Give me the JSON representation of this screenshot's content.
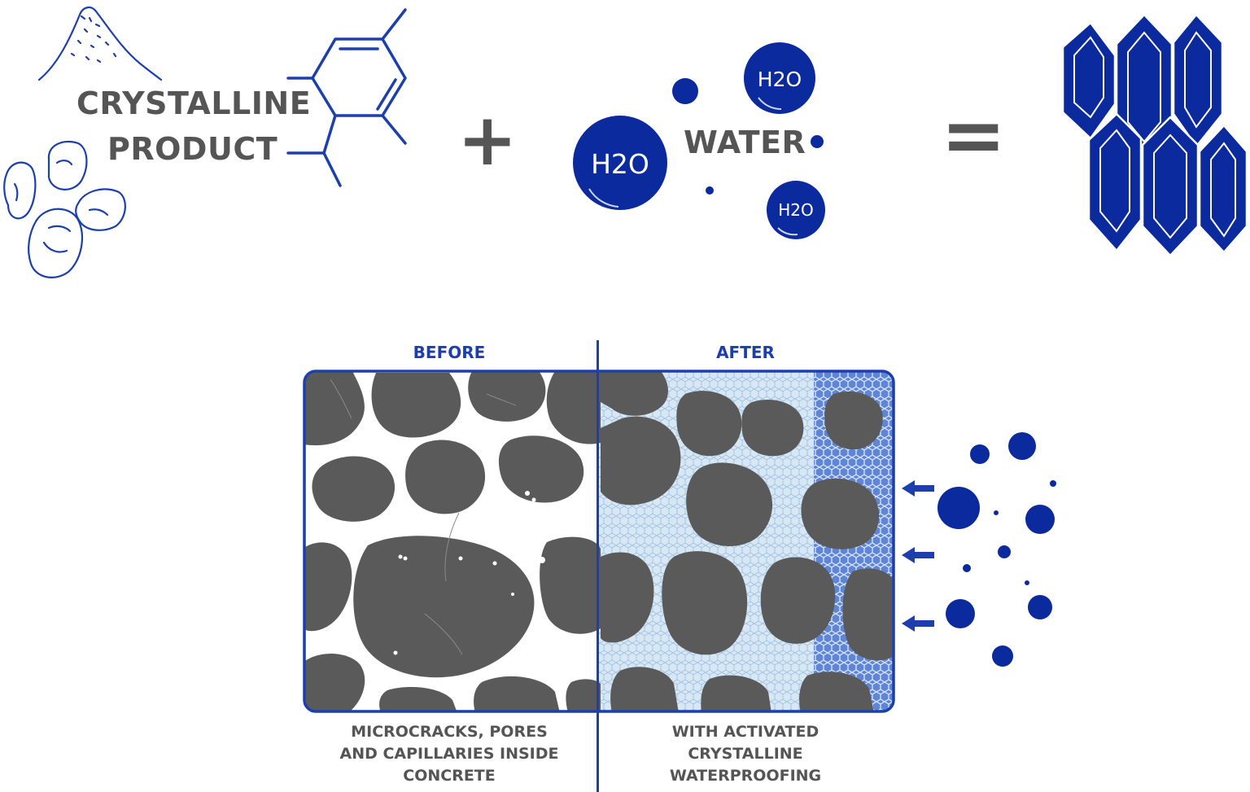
{
  "equation": {
    "product_line1": "CRYSTALLINE",
    "product_line2": "PRODUCT",
    "plus": "+",
    "water_label": "WATER",
    "molecule_label": "H2O",
    "equals": "="
  },
  "comparison": {
    "before_title": "BEFORE",
    "after_title": "AFTER",
    "before_caption": [
      "MICROCRACKS, PORES",
      "AND CAPILLARIES INSIDE",
      "CONCRETE"
    ],
    "after_caption": [
      "WITH ACTIVATED",
      "CRYSTALLINE",
      "WATERPROOFING"
    ]
  },
  "colors": {
    "blue": "#0b2a9e",
    "line_blue": "#1d3fae",
    "concrete": "#5a5a5a",
    "text_grey": "#555555"
  }
}
